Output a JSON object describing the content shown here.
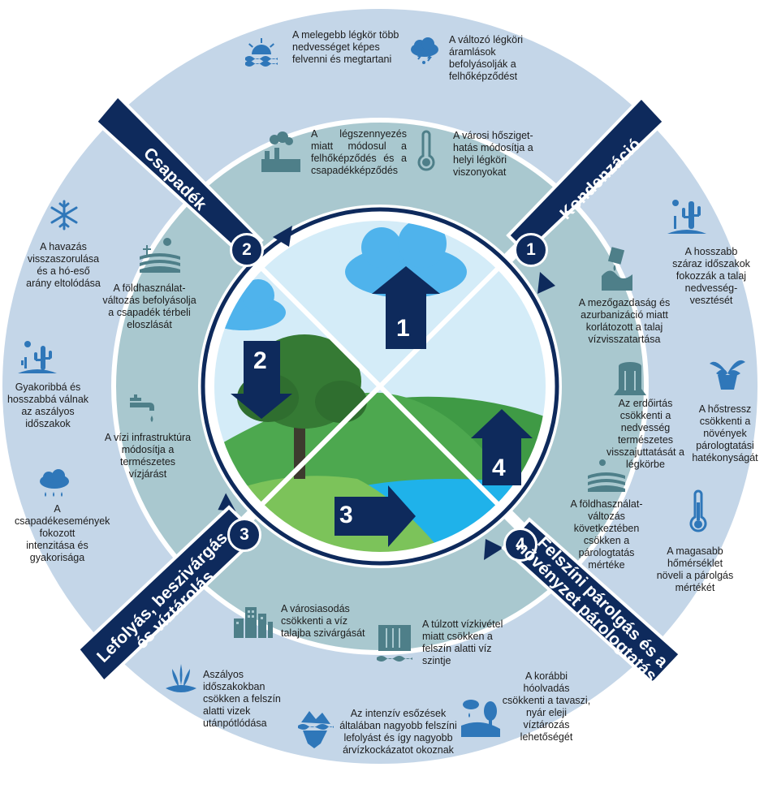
{
  "stages": {
    "kondenzacio": {
      "num": "1",
      "label": "Kondenzáció"
    },
    "csapadek": {
      "num": "2",
      "label": "Csapadék"
    },
    "lefolyas": {
      "num": "3",
      "line1": "Lefolyás, beszivárgás",
      "line2": "és víztárolás"
    },
    "parolgas": {
      "num": "4",
      "line1": "Felszíni párolgás és a",
      "line2": "növényzet párologtatása"
    }
  },
  "center": {
    "arrow1": "1",
    "arrow2": "2",
    "arrow3": "3",
    "arrow4": "4"
  },
  "outer_top": {
    "item1": "A melegebb légkör több nedvességet képes felvenni és megtartani",
    "item2": "A változó légköri áramlások befolyásolják a felhőképződést"
  },
  "inner_top": {
    "item1": "A légszennyezés miatt módosul a felhőképződés és a csapadékképződés",
    "item2": "A városi hősziget­hatás módosítja a helyi légköri viszonyokat"
  },
  "outer_left": {
    "item1": "A havazás visszaszorulása és a hó-eső arány eltolódása",
    "item2": "Gyakoribbá és hosszabbá válnak az aszályos időszakok",
    "item3": "A csapadékesemények fokozott intenzitása és gyakorisága"
  },
  "inner_left": {
    "item1": "A földhasználat­változás befolyásolja a csapadék térbeli eloszlását",
    "item2": "A vízi infrastruktúra módosítja a természetes vízjárást"
  },
  "outer_right": {
    "item1": "A hosszabb száraz időszakok fokozzák a talaj nedvesség­vesztését",
    "item2": "A hőstressz csökkenti a növények párologtatási hatékonysá­gát",
    "item3": "A magasabb hőmérséklet növeli a párolgás mértékét"
  },
  "inner_right": {
    "item1": "A mezőgazdaság és azurbanizáció miatt korlátozott a talaj vízvisszatartása",
    "item2": "Az erdőirtás csökkenti a nedvesség természetes visszajuttatását a légkörbe",
    "item3": "A földhasználat­változás következtében csökken a párologtatás mértéke"
  },
  "inner_bottom": {
    "item1": "A városiasodás csökkenti a víz talajba szivárgását",
    "item2": "A túlzott vízkivétel miatt csökken a felszín alatti víz szintje"
  },
  "outer_bottom": {
    "item1": "Aszályos időszakokban csökken a felszín alatti vizek utánpótlódása",
    "item2": "Az intenzív esőzések általában nagyobb felszíni lefolyást és így nagyobb árvízkockázatot okoznak",
    "item3": "A korábbi hóolvadás csökkenti a tavaszi, nyár eleji víztározás lehetőségét"
  },
  "colors": {
    "outer_ring": "#c4d6e8",
    "inner_ring": "#a9c8cf",
    "navy": "#0e2a5c",
    "icon_blue": "#2f77b9",
    "icon_teal": "#4e7f89",
    "sky": "#d4ecf8",
    "grass_dark": "#3f9a45",
    "grass_light": "#7cc35a",
    "water": "#1fb2ea"
  }
}
